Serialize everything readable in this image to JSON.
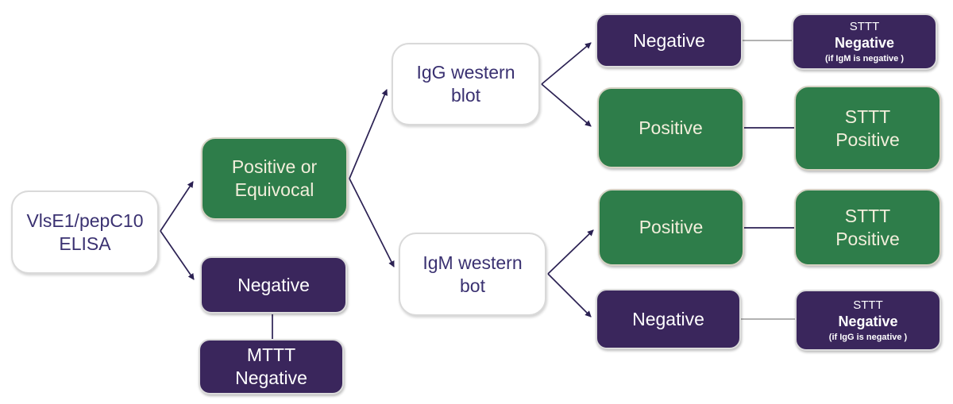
{
  "colors": {
    "green": "#2e7d4a",
    "purple": "#3a265c",
    "box_text_purple": "#3a3171",
    "green_box_text": "#f2eedb",
    "purple_box_text": "#ffffff",
    "arrow": "#2b2153",
    "gray_connector": "#999999",
    "white_box_border": "#d9d9d9",
    "colored_box_border": "#d6d2c4"
  },
  "nodes": {
    "elisa": {
      "label": "VlsE1/pepC10\nELISA"
    },
    "positive_or_equivocal": {
      "label": "Positive or\nEquivocal"
    },
    "elisa_negative": {
      "label": "Negative"
    },
    "mttt_negative": {
      "label": "MTTT\nNegative"
    },
    "igg_western_blot": {
      "label": "IgG western\nblot"
    },
    "igm_western_bot": {
      "label": "IgM western\nbot"
    },
    "igg_negative": {
      "label": "Negative"
    },
    "sttt_negative_if_igm": {
      "line1": "STTT",
      "line2": "Negative",
      "note": "(if IgM is negative )"
    },
    "igg_positive": {
      "label": "Positive"
    },
    "sttt_positive_igg": {
      "label": "STTT\nPositive"
    },
    "igm_positive": {
      "label": "Positive"
    },
    "sttt_positive_igm": {
      "label": "STTT\nPositive"
    },
    "igm_negative": {
      "label": "Negative"
    },
    "sttt_negative_if_igg": {
      "line1": "STTT",
      "line2": "Negative",
      "note": "(if IgG is negative )"
    }
  }
}
